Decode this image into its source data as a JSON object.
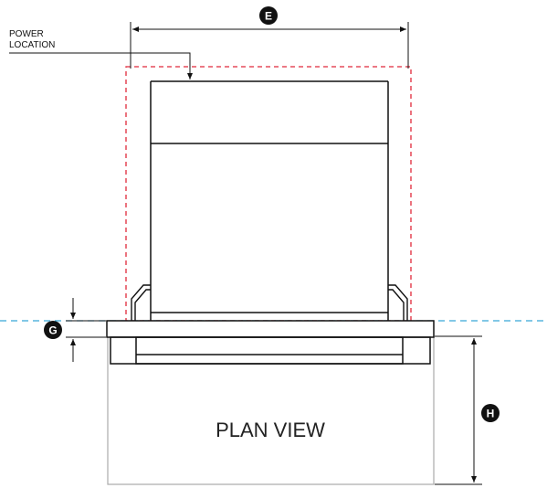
{
  "callout": {
    "line1": "POWER",
    "line2": "LOCATION"
  },
  "markers": {
    "e": "E",
    "g": "G",
    "h": "H"
  },
  "view_label": "PLAN VIEW",
  "colors": {
    "outline": "#111111",
    "clearance_dash": "#e0283a",
    "floor_dash": "#38a8d8",
    "plan_box": "#aaaaaa",
    "marker_fill": "#111111",
    "marker_text": "#ffffff"
  }
}
